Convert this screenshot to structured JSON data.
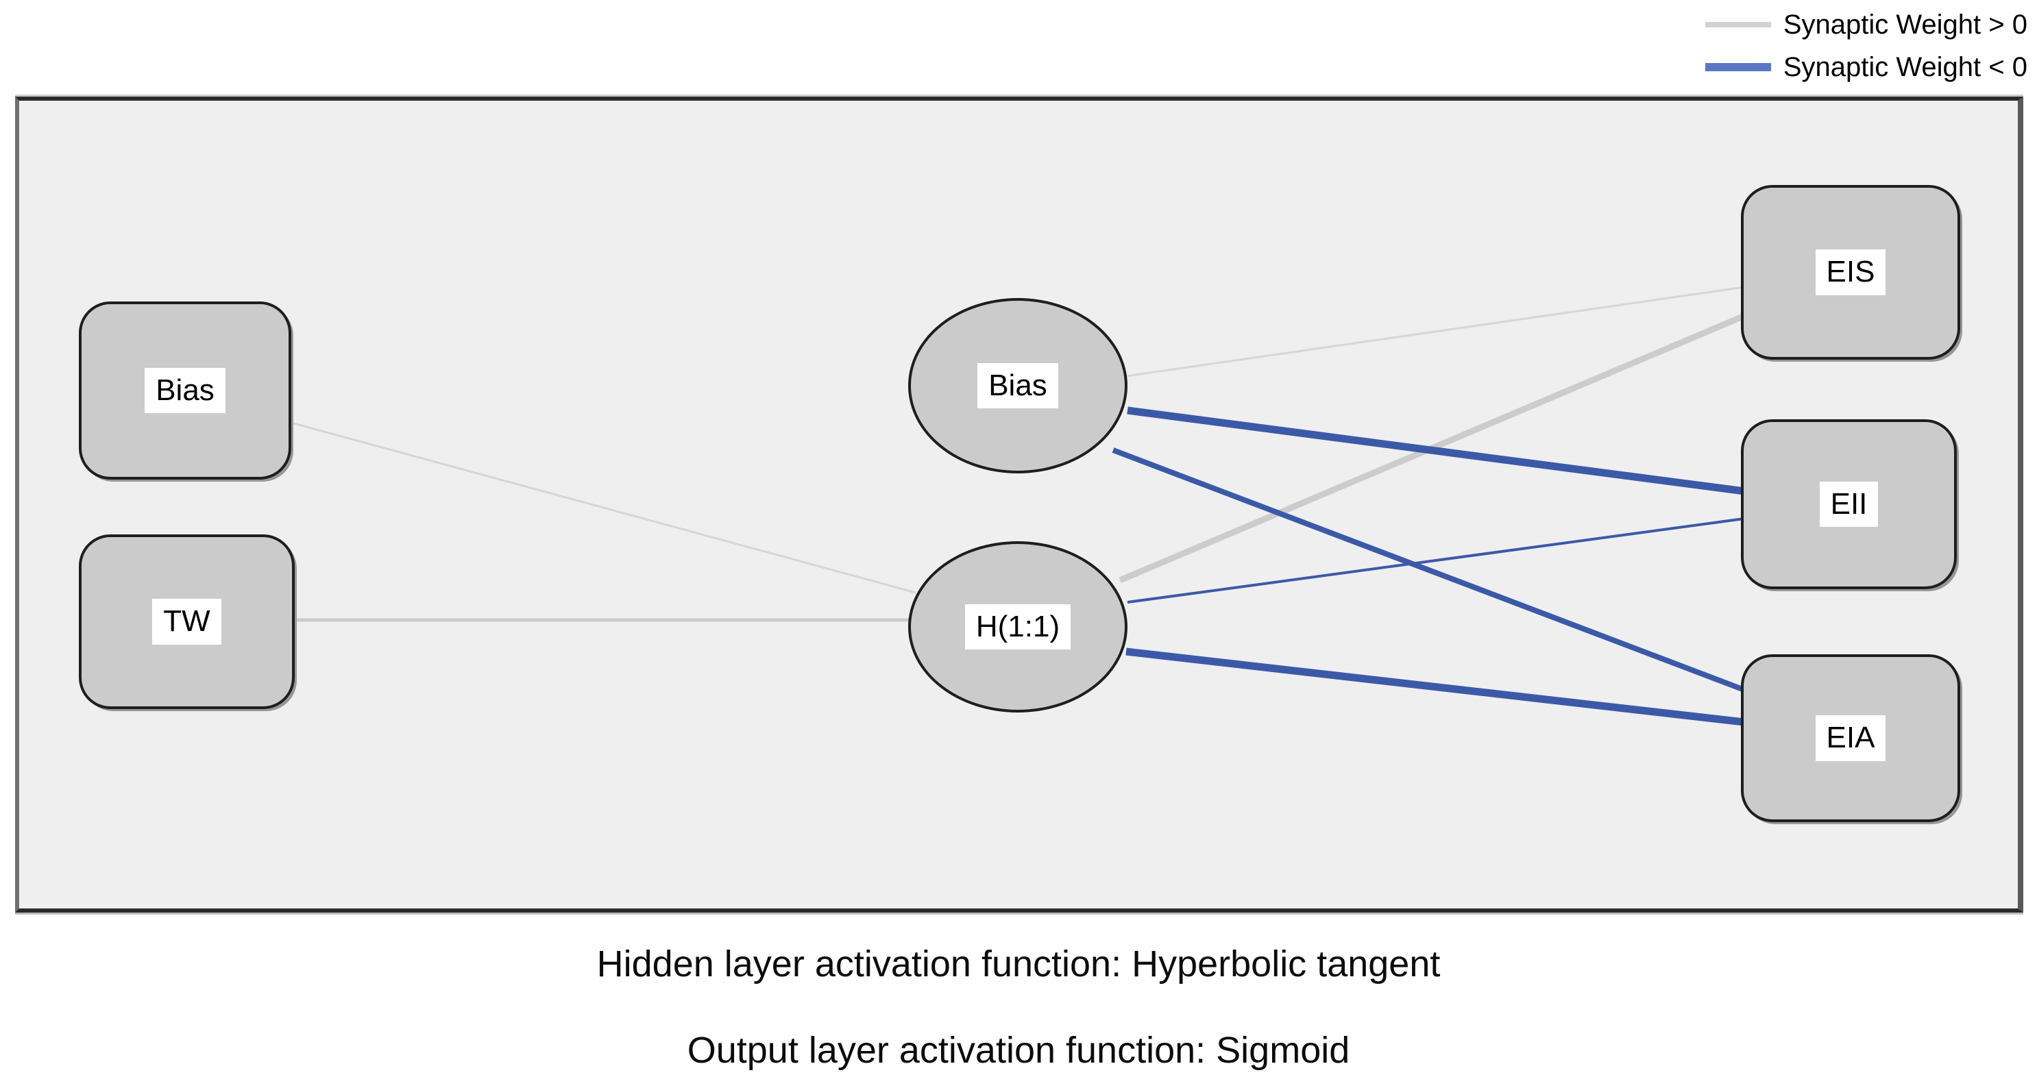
{
  "legend": {
    "items": [
      {
        "label": "Synaptic Weight > 0",
        "color": "#d2d2d2"
      },
      {
        "label": "Synaptic Weight < 0",
        "color": "#5b76c5"
      }
    ]
  },
  "network": {
    "input_layer": {
      "nodes": [
        {
          "label": "Bias"
        },
        {
          "label": "TW"
        }
      ]
    },
    "hidden_layer": {
      "nodes": [
        {
          "label": "Bias"
        },
        {
          "label": "H(1:1)"
        }
      ]
    },
    "output_layer": {
      "nodes": [
        {
          "label": "EIS"
        },
        {
          "label": "EII"
        },
        {
          "label": "EIA"
        }
      ]
    },
    "connections": [
      {
        "from": "input Bias",
        "to": "H(1:1)",
        "weight_sign": "positive",
        "thickness": 3
      },
      {
        "from": "TW",
        "to": "H(1:1)",
        "weight_sign": "positive",
        "thickness": 5
      },
      {
        "from": "hidden Bias",
        "to": "EIS",
        "weight_sign": "positive",
        "thickness": 3
      },
      {
        "from": "H(1:1)",
        "to": "EIS",
        "weight_sign": "positive",
        "thickness": 9
      },
      {
        "from": "hidden Bias",
        "to": "EII",
        "weight_sign": "negative",
        "thickness": 11
      },
      {
        "from": "hidden Bias",
        "to": "EIA",
        "weight_sign": "negative",
        "thickness": 8
      },
      {
        "from": "H(1:1)",
        "to": "EII",
        "weight_sign": "negative",
        "thickness": 4
      },
      {
        "from": "H(1:1)",
        "to": "EIA",
        "weight_sign": "negative",
        "thickness": 11
      }
    ]
  },
  "footnotes": [
    "Hidden layer activation function: Hyperbolic tangent",
    "Output layer activation function: Sigmoid"
  ],
  "colors": {
    "positive_weight": "#cccccc",
    "positive_weight_thin": "#d6d6d6",
    "negative_weight": "#3c59a8",
    "legend_negative": "#5b76c5",
    "node_fill": "#cbcbcb",
    "node_border": "#1e1e1e",
    "panel_background": "#efefef"
  }
}
